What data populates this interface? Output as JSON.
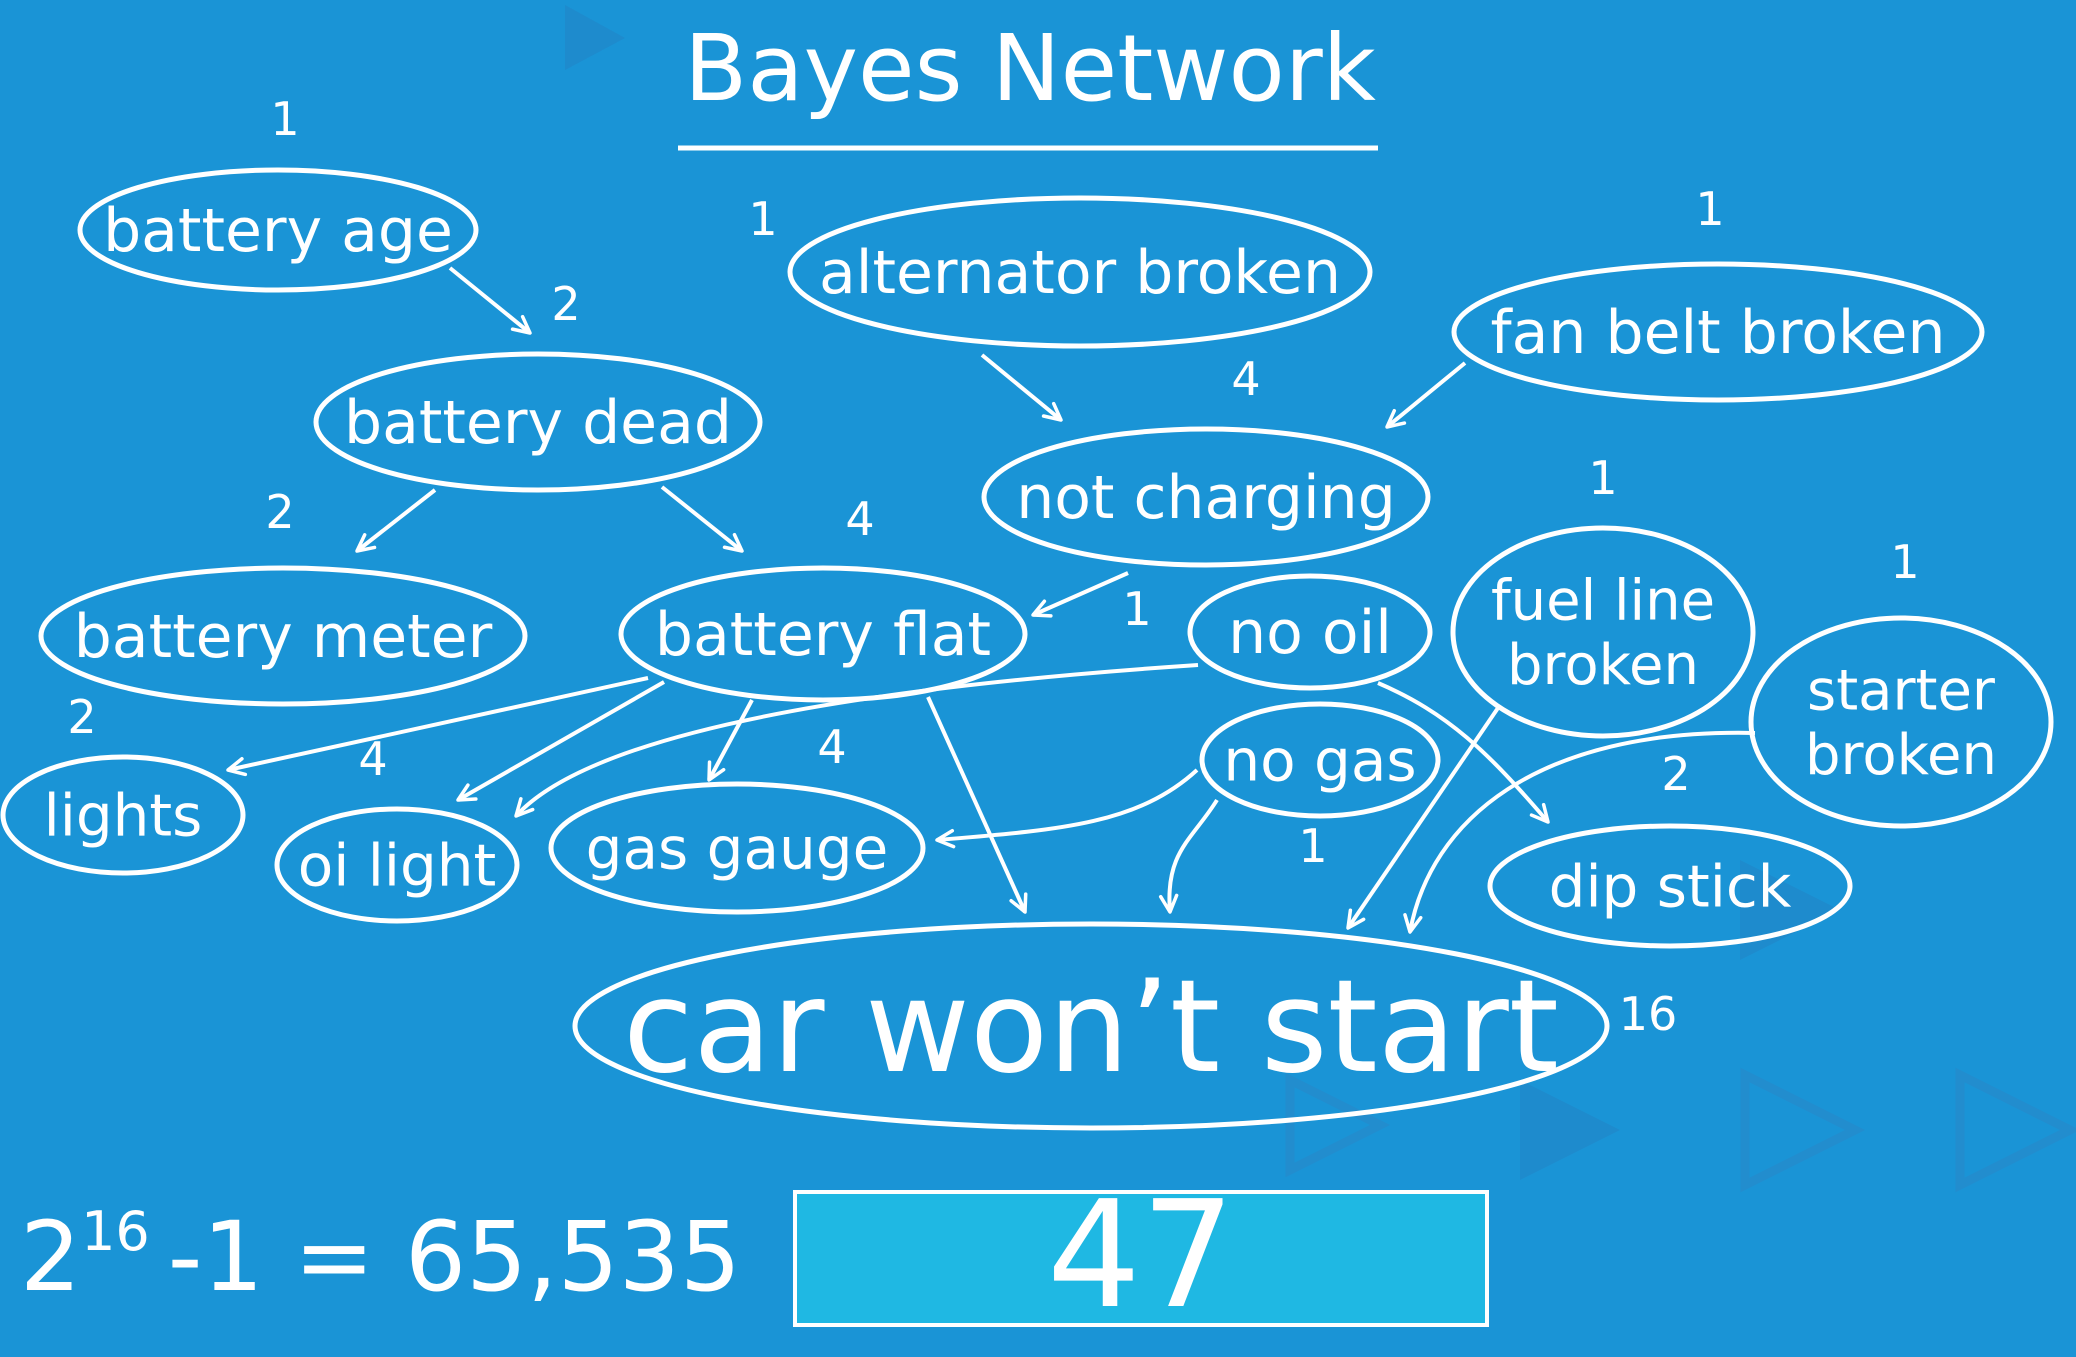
{
  "title": "Bayes Network",
  "colors": {
    "background": "#1a94d6",
    "ink": "#ffffff",
    "answer_box": "#1fb8e3"
  },
  "nodes": [
    {
      "id": "battery_age",
      "lines": [
        "battery age"
      ],
      "count": "1"
    },
    {
      "id": "battery_dead",
      "lines": [
        "battery dead"
      ],
      "count": "2"
    },
    {
      "id": "alternator_broken",
      "lines": [
        "alternator broken"
      ],
      "count": "1"
    },
    {
      "id": "fan_belt_broken",
      "lines": [
        "fan belt broken"
      ],
      "count": "1"
    },
    {
      "id": "not_charging",
      "lines": [
        "not charging"
      ],
      "count": "4"
    },
    {
      "id": "battery_meter",
      "lines": [
        "battery meter"
      ],
      "count": "2"
    },
    {
      "id": "battery_flat",
      "lines": [
        "battery flat"
      ],
      "count": "4"
    },
    {
      "id": "no_oil",
      "lines": [
        "no oil"
      ],
      "count": "1"
    },
    {
      "id": "fuel_line_broken",
      "lines": [
        "fuel line",
        "broken"
      ],
      "count": "1"
    },
    {
      "id": "starter_broken",
      "lines": [
        "starter",
        "broken"
      ],
      "count": "1"
    },
    {
      "id": "lights",
      "lines": [
        "lights"
      ],
      "count": "2"
    },
    {
      "id": "oil_light",
      "lines": [
        "oi light"
      ],
      "count": "4"
    },
    {
      "id": "gas_gauge",
      "lines": [
        "gas gauge"
      ],
      "count": "4"
    },
    {
      "id": "no_gas",
      "lines": [
        "no gas"
      ],
      "count": "1"
    },
    {
      "id": "dip_stick",
      "lines": [
        "dip stick"
      ],
      "count": "2"
    },
    {
      "id": "car_wont_start",
      "lines": [
        "car won’t start"
      ],
      "count": "16"
    }
  ],
  "edges": [
    [
      "battery_age",
      "battery_dead"
    ],
    [
      "battery_dead",
      "battery_meter"
    ],
    [
      "battery_dead",
      "battery_flat"
    ],
    [
      "alternator_broken",
      "not_charging"
    ],
    [
      "fan_belt_broken",
      "not_charging"
    ],
    [
      "not_charging",
      "battery_flat"
    ],
    [
      "battery_flat",
      "lights"
    ],
    [
      "battery_flat",
      "oil_light"
    ],
    [
      "battery_flat",
      "gas_gauge"
    ],
    [
      "battery_flat",
      "car_wont_start"
    ],
    [
      "no_oil",
      "oil_light"
    ],
    [
      "no_oil",
      "dip_stick"
    ],
    [
      "no_gas",
      "gas_gauge"
    ],
    [
      "no_gas",
      "car_wont_start"
    ],
    [
      "fuel_line_broken",
      "car_wont_start"
    ],
    [
      "starter_broken",
      "car_wont_start"
    ]
  ],
  "formula": {
    "base": "2",
    "exponent": "16",
    "rest": "-1 = 65,535"
  },
  "answer": "47"
}
